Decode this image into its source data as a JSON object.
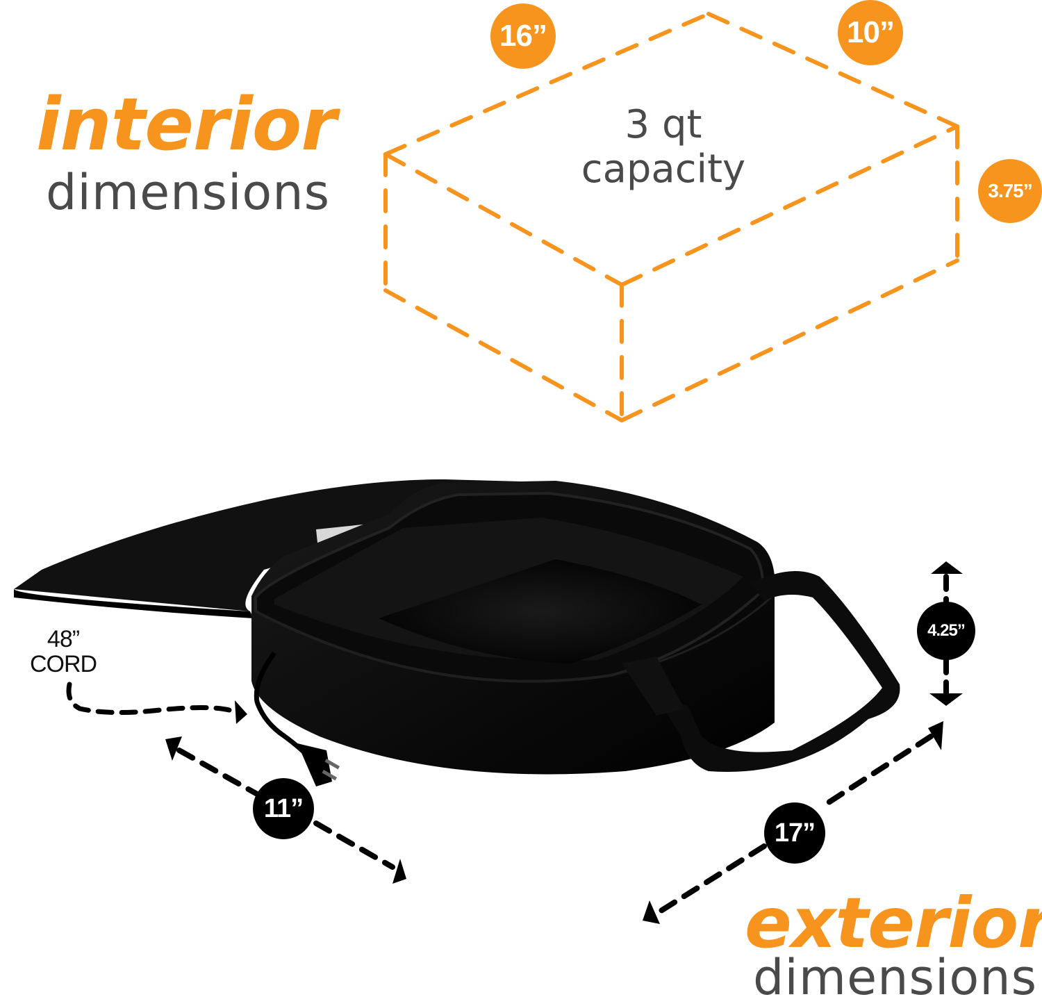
{
  "interior": {
    "title": "interior",
    "subtitle": "dimensions"
  },
  "exterior": {
    "title": "exterior",
    "subtitle": "dimensions"
  },
  "capacity": {
    "line1": "3 qt",
    "line2": "capacity"
  },
  "interior_dims": {
    "length": "16”",
    "width": "10”",
    "height": "3.75”"
  },
  "exterior_dims": {
    "height": "4.25”",
    "width": "11”",
    "length": "17”"
  },
  "cord": {
    "length": "48”",
    "label": "CORD"
  },
  "colors": {
    "accent": "#f7941d",
    "text": "#4a4a4a",
    "bag": "#000000"
  }
}
